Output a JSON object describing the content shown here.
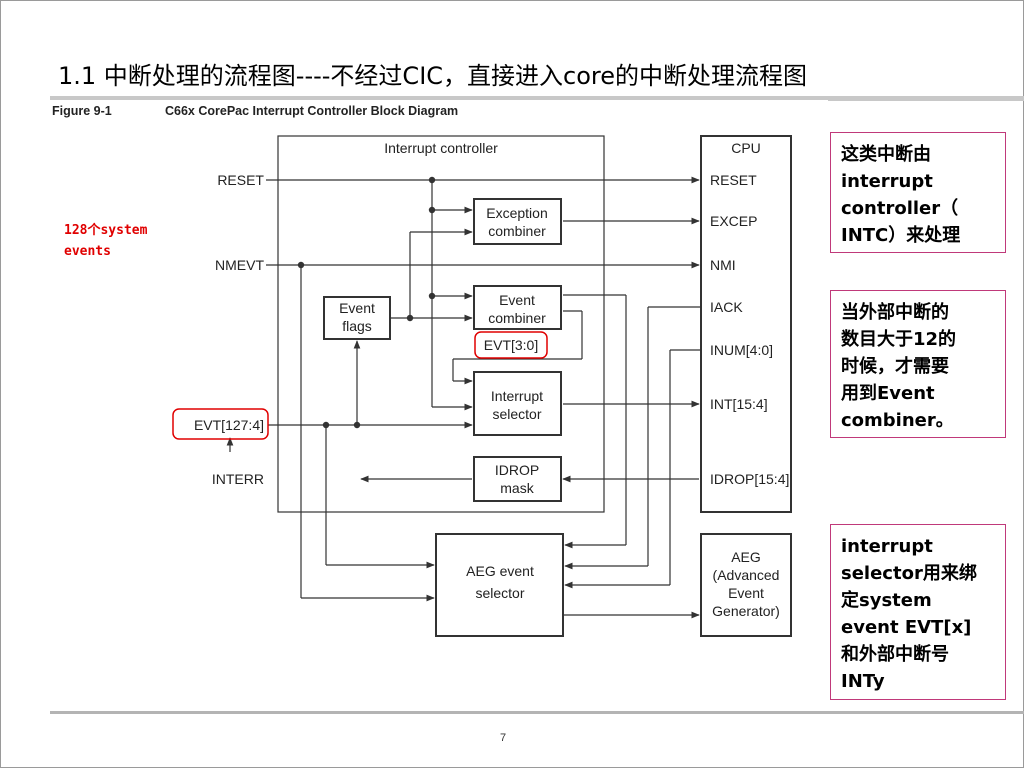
{
  "slide": {
    "title": "1.1 中断处理的流程图----不经过CIC，直接进入core的中断处理流程图",
    "page_number": "7"
  },
  "figure": {
    "number": "Figure 9-1",
    "caption": "C66x CorePac Interrupt Controller Block Diagram",
    "signals": {
      "reset": "RESET",
      "nmevt": "NMEVT",
      "evt_127_4": "EVT[127:4]",
      "interr": "INTERR",
      "evt_3_0": "EVT[3:0]"
    },
    "blocks": {
      "interrupt_controller": "Interrupt controller",
      "exception_combiner": [
        "Exception",
        "combiner"
      ],
      "event_flags": [
        "Event",
        "flags"
      ],
      "event_combiner": [
        "Event",
        "combiner"
      ],
      "interrupt_selector": [
        "Interrupt",
        "selector"
      ],
      "idrop_mask": [
        "IDROP",
        "mask"
      ],
      "aeg_event_selector": [
        "AEG event",
        "selector"
      ],
      "cpu": "CPU",
      "aeg": [
        "AEG",
        "(Advanced",
        "Event",
        "Generator)"
      ]
    },
    "cpu_ports": {
      "reset": "RESET",
      "excep": "EXCEP",
      "nmi": "NMI",
      "iack": "IACK",
      "inum": "INUM[4:0]",
      "int": "INT[15:4]",
      "idrop": "IDROP[15:4]"
    }
  },
  "annotations": {
    "red_note": [
      "128个system",
      "events"
    ],
    "note1": [
      "这类中断由",
      "interrupt",
      "controller（",
      "INTC）来处理"
    ],
    "note2": [
      "当外部中断的",
      "数目大于12的",
      "时候，才需要",
      "用到Event",
      "combiner。"
    ],
    "note3": [
      "interrupt",
      "selector用来绑",
      "定system",
      "event EVT[x]",
      "和外部中断号",
      "INTy"
    ]
  },
  "colors": {
    "note_border": "#c0397a",
    "highlight_red": "#e00000",
    "line": "#333333"
  }
}
